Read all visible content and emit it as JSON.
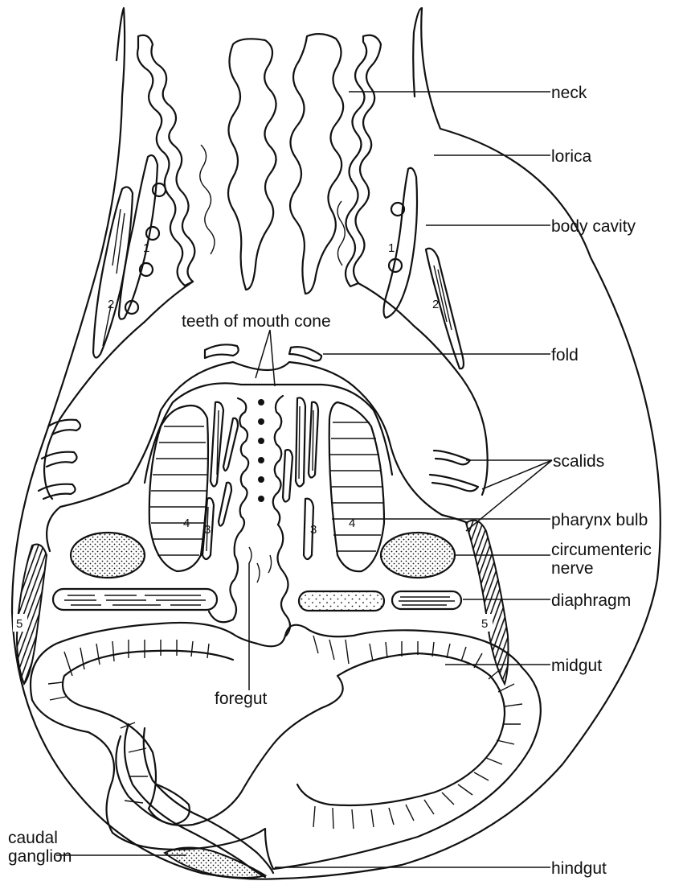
{
  "figure": {
    "labels": {
      "neck": "neck",
      "lorica": "lorica",
      "body_cavity": "body cavity",
      "teeth_of_mouth_cone": "teeth of mouth cone",
      "fold": "fold",
      "scalids": "scalids",
      "pharynx_bulb": "pharynx bulb",
      "circumenteric_nerve_1": "circumenteric",
      "circumenteric_nerve_2": "nerve",
      "diaphragm": "diaphragm",
      "foregut": "foregut",
      "midgut": "midgut",
      "caudal_ganglion_1": "caudal",
      "caudal_ganglion_2": "ganglion",
      "hindgut": "hindgut"
    },
    "numbers": {
      "n1": "1",
      "n2": "2",
      "n3": "3",
      "n4": "4",
      "n5": "5"
    }
  }
}
